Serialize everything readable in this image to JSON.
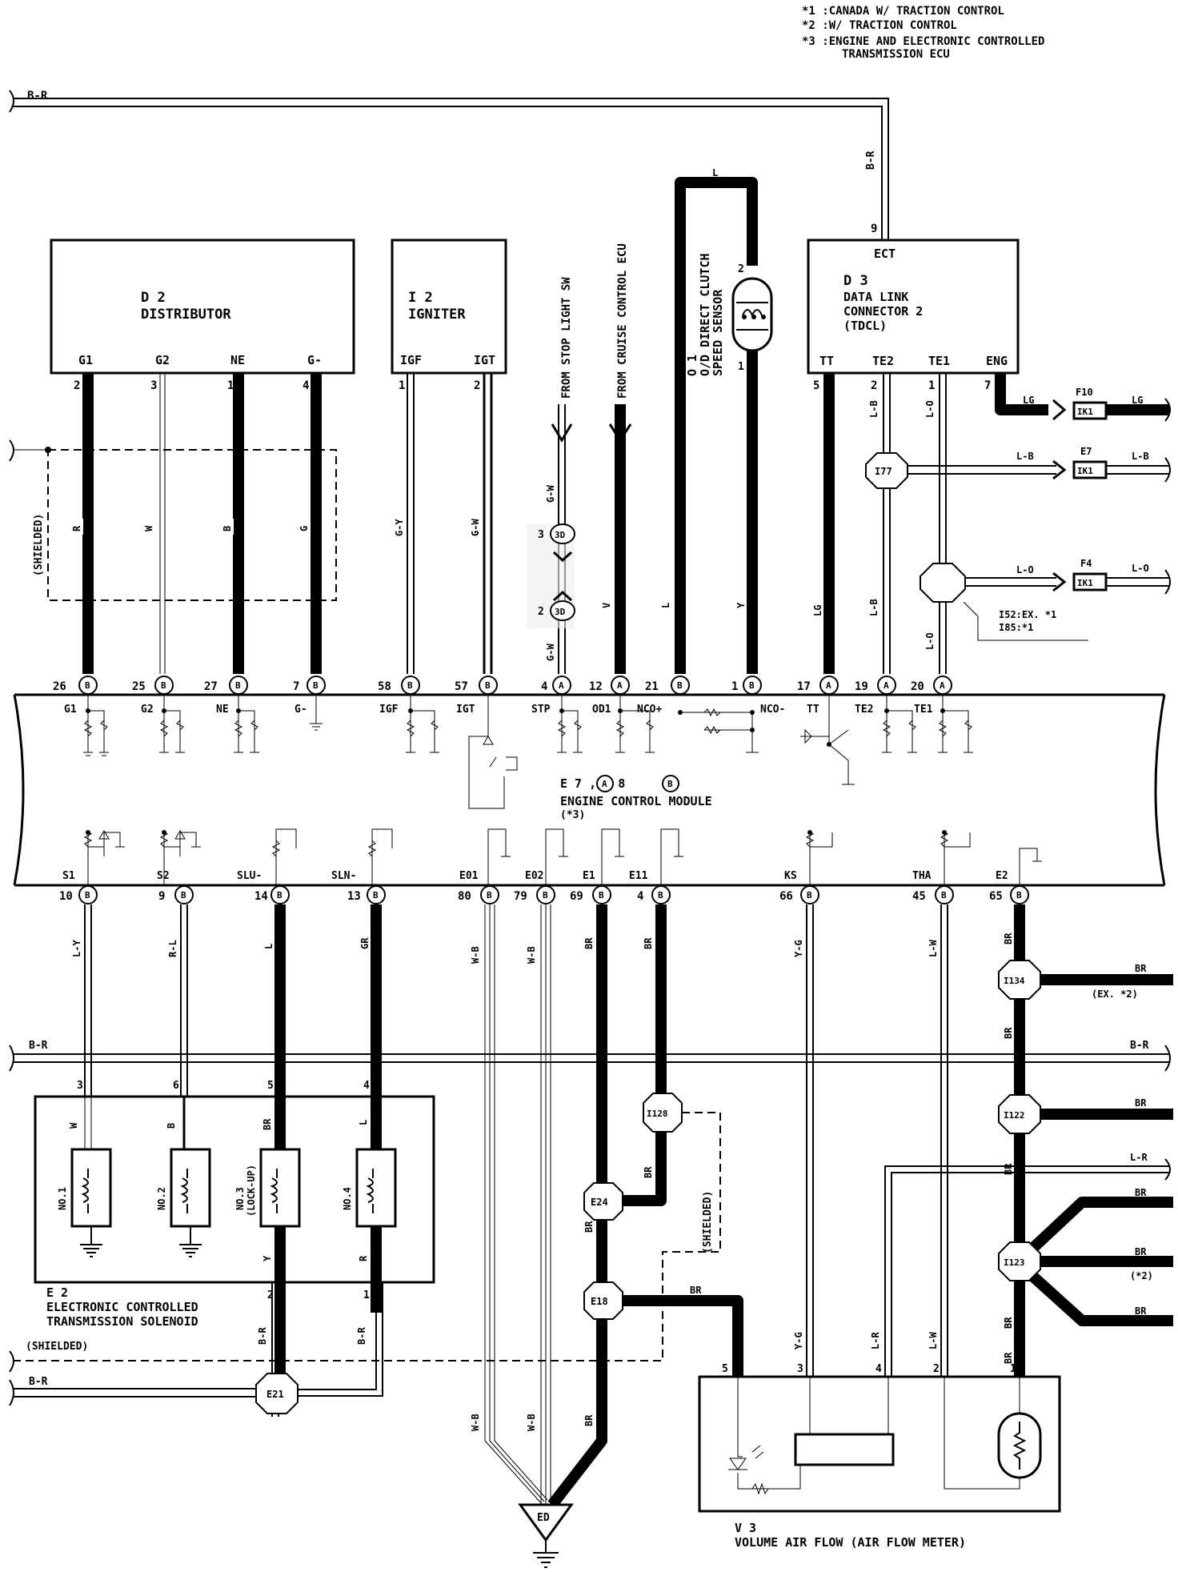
{
  "notes": [
    "*1 :CANADA W/ TRACTION CONTROL",
    "*2 :W/ TRACTION CONTROL",
    "*3 :ENGINE AND ELECTRONIC CONTROLLED",
    "TRANSMISSION ECU"
  ],
  "components": {
    "distributor": {
      "id": "D 2",
      "name": "DISTRIBUTOR",
      "pins": [
        "G1",
        "G2",
        "NE",
        "G-"
      ],
      "pin_numbers": [
        "2",
        "3",
        "1",
        "4"
      ]
    },
    "igniter": {
      "id": "I 2",
      "name": "IGNITER",
      "pins": [
        "IGF",
        "IGT"
      ],
      "pin_numbers": [
        "1",
        "2"
      ]
    },
    "speed_sensor": {
      "id": "O 1",
      "name_lines": [
        "O/D DIRECT CLUTCH",
        "SPEED SENSOR"
      ],
      "pin_top": "2",
      "pin_bottom": "1"
    },
    "data_link": {
      "id": "D 3",
      "name_lines": [
        "DATA LINK",
        "CONNECTOR 2",
        "(TDCL)"
      ],
      "top_pin_name": "ECT",
      "top_pin_number": "9",
      "pins": [
        "TT",
        "TE2",
        "TE1",
        "ENG"
      ],
      "pin_numbers": [
        "5",
        "2",
        "1",
        "7"
      ]
    },
    "ecm": {
      "id_line": "E 7 , E 8",
      "id_letters": [
        "A",
        "B"
      ],
      "name": "ENGINE CONTROL MODULE",
      "note": "(*3)"
    },
    "solenoid": {
      "id": "E 2",
      "name_lines": [
        "ELECTRONIC CONTROLLED",
        "TRANSMISSION SOLENOID"
      ],
      "labels": [
        "NO.1",
        "NO.2",
        "NO.3",
        "(LOCK-UP)",
        "NO.4"
      ],
      "pin_numbers": [
        "3",
        "6",
        "5",
        "4"
      ],
      "ground_pins": [
        "2",
        "1"
      ]
    },
    "air_flow_meter": {
      "id": "V 3",
      "name": "VOLUME AIR FLOW (AIR FLOW METER)",
      "pin_numbers": [
        "5",
        "3",
        "4",
        "2",
        "1"
      ]
    }
  },
  "ecm_top_terminals": [
    {
      "num": "26",
      "conn": "B",
      "label": "G1"
    },
    {
      "num": "25",
      "conn": "B",
      "label": "G2"
    },
    {
      "num": "27",
      "conn": "B",
      "label": "NE"
    },
    {
      "num": "7",
      "conn": "B",
      "label": "G-"
    },
    {
      "num": "58",
      "conn": "B",
      "label": "IGF"
    },
    {
      "num": "57",
      "conn": "B",
      "label": "IGT"
    },
    {
      "num": "4",
      "conn": "A",
      "label": "STP"
    },
    {
      "num": "12",
      "conn": "A",
      "label": "OD1"
    },
    {
      "num": "21",
      "conn": "B",
      "label": "NCO+"
    },
    {
      "num": "1",
      "conn": "B",
      "label": "NCO-"
    },
    {
      "num": "17",
      "conn": "A",
      "label": "TT"
    },
    {
      "num": "19",
      "conn": "A",
      "label": "TE2"
    },
    {
      "num": "20",
      "conn": "A",
      "label": "TE1"
    }
  ],
  "ecm_bottom_terminals": [
    {
      "num": "10",
      "conn": "B",
      "label": "S1"
    },
    {
      "num": "9",
      "conn": "B",
      "label": "S2"
    },
    {
      "num": "14",
      "conn": "B",
      "label": "SLU-"
    },
    {
      "num": "13",
      "conn": "B",
      "label": "SLN-"
    },
    {
      "num": "80",
      "conn": "B",
      "label": "E01"
    },
    {
      "num": "79",
      "conn": "B",
      "label": "E02"
    },
    {
      "num": "69",
      "conn": "B",
      "label": "E1"
    },
    {
      "num": "4",
      "conn": "B",
      "label": "E11"
    },
    {
      "num": "66",
      "conn": "B",
      "label": "KS"
    },
    {
      "num": "45",
      "conn": "B",
      "label": "THA"
    },
    {
      "num": "65",
      "conn": "B",
      "label": "E2"
    }
  ],
  "wire_colors": {
    "top_left": "B-R",
    "ect": "B-R",
    "g1": "R",
    "g2": "W",
    "ne": "B",
    "gm": "G",
    "igf": "G-Y",
    "igt": "G-W",
    "stp_upper": "G-W",
    "stp_lower": "G-W",
    "od1": "V",
    "nco_plus": "L",
    "nco_loop": "L",
    "nco_minus": "Y",
    "tt": "LG",
    "te2": "L-B",
    "te1": "L-O",
    "eng_left": "LG",
    "eng_right": "LG",
    "e7_left": "L-B",
    "e7_right": "L-B",
    "f4_left": "L-O",
    "f4_right": "L-O",
    "s1": "L-Y",
    "s2": "R-L",
    "slu": "L",
    "sln": "GR",
    "e01": "W-B",
    "e02": "W-B",
    "e1": "BR",
    "e11": "BR",
    "ks": "Y-G",
    "tha": "L-W",
    "e2": "BR",
    "mid_left": "B-R",
    "mid_right": "B-R",
    "sol_pin3": "W",
    "sol_pin6": "B",
    "sol_pin5": "BR",
    "sol_pin4": "L",
    "sol_out2": "Y",
    "sol_out1": "R",
    "sol_gnd2": "B-R",
    "sol_gnd1": "B-R",
    "e11_lower": "BR",
    "e1_lower": "BR",
    "e18_to_afm": "BR",
    "e01_lower": "W-B",
    "e02_lower": "W-B",
    "e1_to_ed": "BR",
    "afm3": "Y-G",
    "afm4": "L-R",
    "afm2": "L-W",
    "afm1": "BR",
    "i134_out": "BR",
    "i122_out": "BR",
    "lr_out": "L-R",
    "i123_out1": "BR",
    "i123_out2": "BR",
    "i123_out3": "BR",
    "e2_seg1": "BR",
    "e2_seg2": "BR",
    "e2_seg3": "BR",
    "e2_seg4": "BR",
    "bottom_left": "B-R"
  },
  "connectors": {
    "ik1_eng": "F10",
    "ik1_e7": "E7",
    "ik1_f4": "F4",
    "ik1_label": "IK1",
    "i77": "I77",
    "i52_note": "I52:EX. *1",
    "i85_note": "I85:*1",
    "stp_conn": "3D",
    "stp_pin_top": "3",
    "stp_pin_bottom": "2",
    "i128": "I128",
    "e24": "E24",
    "e18": "E18",
    "e21": "E21",
    "i134": "I134",
    "i122": "I122",
    "i123": "I123",
    "ed": "ED"
  },
  "texts": {
    "from_stop_light": "FROM STOP LIGHT SW",
    "from_cruise": "FROM CRUISE CONTROL ECU",
    "shielded": "(SHIELDED)",
    "ex2": "(EX. *2)",
    "star2": "(*2)"
  }
}
